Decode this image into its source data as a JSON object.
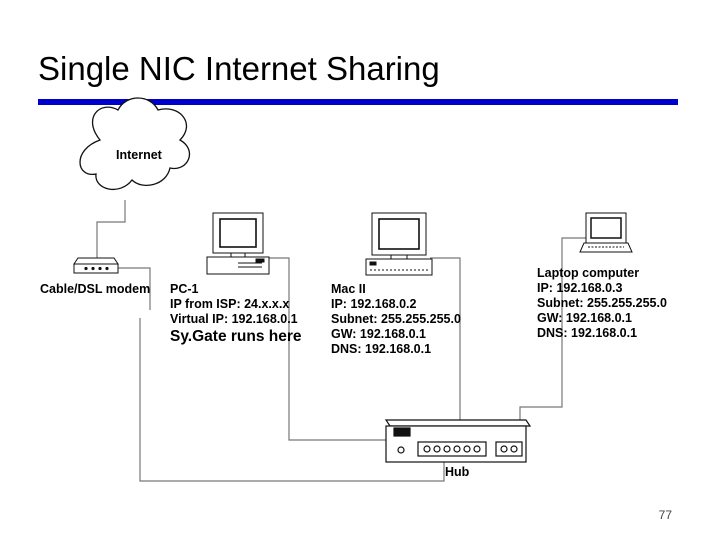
{
  "slide": {
    "title": "Single NIC Internet Sharing",
    "page_number": "77",
    "accent_color": "#0000cc"
  },
  "internet": {
    "label": "Internet",
    "icon": "cloud-icon"
  },
  "modem": {
    "label": "Cable/DSL modem",
    "icon": "modem-icon"
  },
  "pc1": {
    "icon": "desktop-computer-icon",
    "lines": [
      "PC-1",
      "IP from ISP: 24.x.x.x",
      "Virtual IP: 192.168.0.1",
      "Sy.Gate runs here"
    ]
  },
  "mac": {
    "icon": "desktop-computer-icon",
    "lines": [
      "Mac II",
      "IP: 192.168.0.2",
      "Subnet: 255.255.255.0",
      "GW: 192.168.0.1",
      "DNS: 192.168.0.1"
    ]
  },
  "laptop": {
    "icon": "laptop-icon",
    "lines": [
      "Laptop computer",
      "IP: 192.168.0.3",
      "Subnet: 255.255.255.0",
      "GW: 192.168.0.1",
      "DNS: 192.168.0.1"
    ]
  },
  "hub": {
    "label": "Hub",
    "icon": "hub-icon"
  }
}
